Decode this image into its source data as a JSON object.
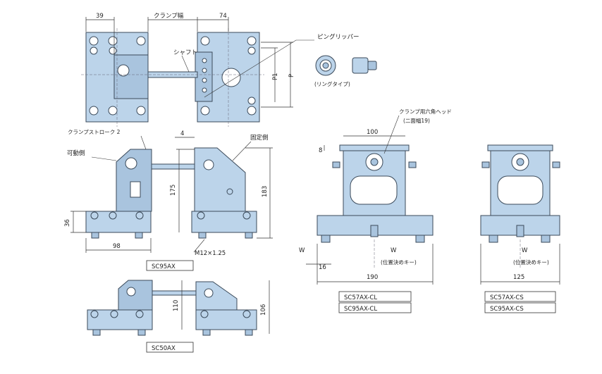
{
  "labels": {
    "dim_39": "39",
    "clamp_width": "クランプ幅",
    "dim_74": "74",
    "pin_gripper": "ピングリッパー",
    "shaft": "シャフト",
    "p1": "P1",
    "p": "P",
    "ring_type": "(リングタイプ)",
    "clamp_stroke": "クランプストローク 2",
    "dim_4": "4",
    "movable_side": "可動側",
    "fixed_side": "固定側",
    "dim_175": "175",
    "dim_183": "183",
    "dim_36": "36",
    "dim_98": "98",
    "thread": "M12×1.25",
    "hex_head": "クランプ用六角ヘッド",
    "hex_head_sub": "(二面幅19)",
    "dim_100": "100",
    "dim_8": "8",
    "w1": "W",
    "w2": "W",
    "w3": "W",
    "key_note": "(位置決めキー)",
    "key_note2": "(位置決めキー)",
    "dim_190": "190",
    "dim_125": "125",
    "dim_110": "110",
    "dim_106": "106",
    "dim_16": "16"
  },
  "model_tags": {
    "sc95ax": "SC95AX",
    "sc50ax": "SC50AX",
    "sc57ax_cl": "SC57AX-CL",
    "sc95ax_cl": "SC95AX-CL",
    "sc57ax_cs": "SC57AX-CS",
    "sc95ax_cs": "SC95AX-CS"
  },
  "colors": {
    "part_fill": "#bcd4ea",
    "outline": "#3b4a5a"
  }
}
